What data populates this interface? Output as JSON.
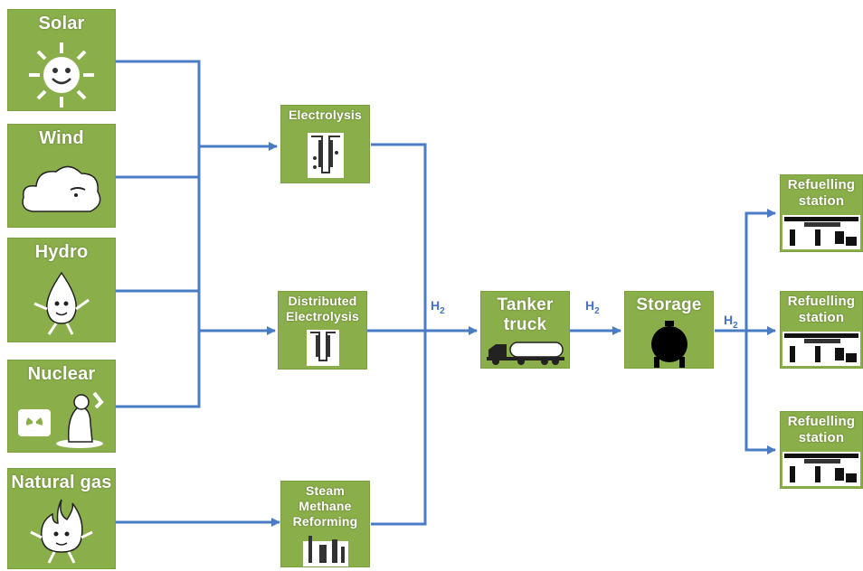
{
  "sources": [
    {
      "id": "solar",
      "label": "Solar",
      "icon": "sun-icon"
    },
    {
      "id": "wind",
      "label": "Wind",
      "icon": "cloud-icon"
    },
    {
      "id": "hydro",
      "label": "Hydro",
      "icon": "water-drop-mascot-icon"
    },
    {
      "id": "nuclear",
      "label": "Nuclear",
      "icon": "nuclear-worker-icon"
    },
    {
      "id": "natural-gas",
      "label": "Natural gas",
      "icon": "flame-mascot-icon"
    }
  ],
  "processes": [
    {
      "id": "electrolysis",
      "label": "Electrolysis",
      "icon": "electrolyzer-icon"
    },
    {
      "id": "distributed-electrolysis",
      "label_lines": [
        "Distributed",
        "Electrolysis"
      ],
      "icon": "electrolyzer-icon"
    },
    {
      "id": "steam-methane-reforming",
      "label_lines": [
        "Steam",
        "Methane",
        "Reforming"
      ],
      "icon": "plant-icon"
    }
  ],
  "transport": {
    "label_lines": [
      "Tanker",
      "truck"
    ],
    "icon": "tanker-truck-icon"
  },
  "storage": {
    "label": "Storage",
    "icon": "storage-tank-icon"
  },
  "stations": [
    {
      "label_lines": [
        "Refuelling",
        "station"
      ],
      "icon": "fuel-station-icon"
    },
    {
      "label_lines": [
        "Refuelling",
        "station"
      ],
      "icon": "fuel-station-icon"
    },
    {
      "label_lines": [
        "Refuelling",
        "station"
      ],
      "icon": "fuel-station-icon"
    }
  ],
  "flow_labels": [
    {
      "text": "H",
      "sub": "2"
    },
    {
      "text": "H",
      "sub": "2"
    },
    {
      "text": "H",
      "sub": "2"
    }
  ],
  "colors": {
    "box": "#8aae4a",
    "arrow": "#4472c4",
    "label_text": "#ffffff"
  }
}
